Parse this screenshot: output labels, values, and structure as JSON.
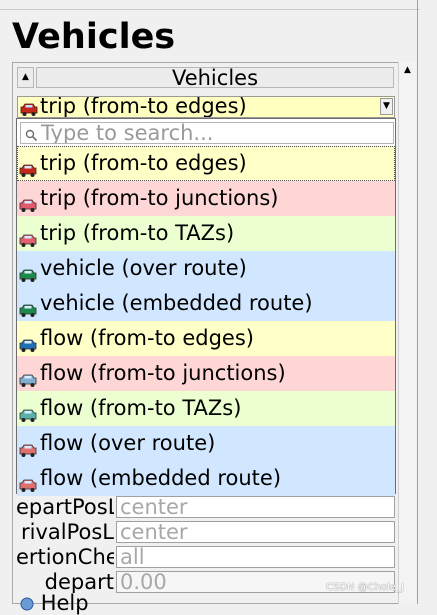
{
  "page": {
    "title": "Vehicles"
  },
  "group": {
    "header": "Vehicles",
    "collapse_symbol": "▲"
  },
  "scrollbar": {
    "up_symbol": "▲"
  },
  "combo": {
    "selected": "trip (from-to edges)",
    "arrow_symbol": "▼"
  },
  "search": {
    "placeholder": "Type to search..."
  },
  "options": [
    {
      "label": "trip (from-to edges)",
      "icon": "car-icon",
      "bg": "#ffffc8",
      "car_color": "#c4281c"
    },
    {
      "label": "trip (from-to junctions)",
      "icon": "car-icon",
      "bg": "#ffd6d6",
      "car_color": "#e05a6b"
    },
    {
      "label": "trip (from-to TAZs)",
      "icon": "car-icon",
      "bg": "#ecffd0",
      "car_color": "#e06070"
    },
    {
      "label": "vehicle (over route)",
      "icon": "car-icon",
      "bg": "#d1e6ff",
      "car_color": "#1c8a4a"
    },
    {
      "label": "vehicle (embedded route)",
      "icon": "car-icon",
      "bg": "#d1e6ff",
      "car_color": "#1c8a4a"
    },
    {
      "label": "flow (from-to edges)",
      "icon": "car-icon",
      "bg": "#ffffc8",
      "car_color": "#1f6fb5"
    },
    {
      "label": "flow (from-to junctions)",
      "icon": "car-icon",
      "bg": "#ffd6d6",
      "car_color": "#7fb0d0"
    },
    {
      "label": "flow (from-to TAZs)",
      "icon": "car-icon",
      "bg": "#ecffd0",
      "car_color": "#58b0a8"
    },
    {
      "label": "flow (over route)",
      "icon": "car-icon",
      "bg": "#d1e6ff",
      "car_color": "#e07070"
    },
    {
      "label": "flow (embedded route)",
      "icon": "car-icon",
      "bg": "#d1e6ff",
      "car_color": "#e07070"
    }
  ],
  "attributes": [
    {
      "label": "departPosLat",
      "visible": "epartPosL",
      "value": "center"
    },
    {
      "label": "arrivalPosLat",
      "visible": "rivalPosL",
      "value": "center"
    },
    {
      "label": "insertionChecks",
      "visible": "ertionChe",
      "value": "all"
    },
    {
      "label": "depart",
      "visible": "depart",
      "value": "0.00"
    }
  ],
  "bottom_item": {
    "visible": "Help"
  },
  "watermark": {
    "text": "CSDN @Chole_J"
  }
}
